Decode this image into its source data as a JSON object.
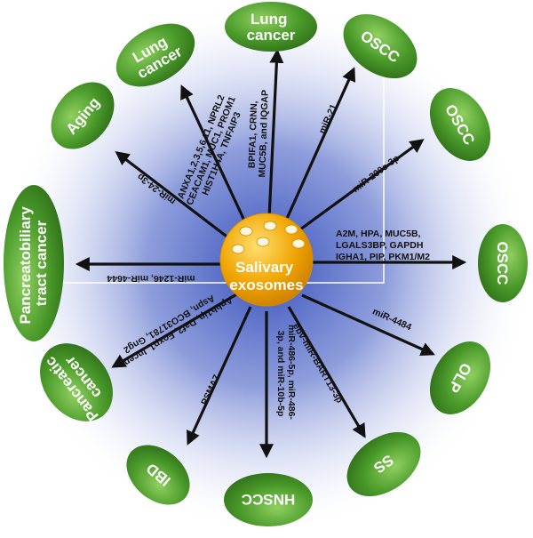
{
  "center": {
    "label_lines": [
      "Salivary",
      "exosomes"
    ]
  },
  "nodes": [
    {
      "id": "lung1",
      "lines": [
        "Lung",
        "cancer"
      ]
    },
    {
      "id": "oscc1",
      "lines": [
        "OSCC"
      ]
    },
    {
      "id": "oscc2",
      "lines": [
        "OSCC"
      ]
    },
    {
      "id": "oscc3",
      "lines": [
        "OSCC"
      ]
    },
    {
      "id": "olp",
      "lines": [
        "OLP"
      ]
    },
    {
      "id": "ss",
      "lines": [
        "SS"
      ]
    },
    {
      "id": "hnscc",
      "lines": [
        "HNSCC"
      ]
    },
    {
      "id": "ibd",
      "lines": [
        "IBD"
      ]
    },
    {
      "id": "pancreatic",
      "lines": [
        "Pancreatic",
        "cancer"
      ]
    },
    {
      "id": "pancreatobiliary",
      "lines": [
        "Pancreatobiliary",
        "tract cancer"
      ]
    },
    {
      "id": "aging",
      "lines": [
        "Aging"
      ]
    },
    {
      "id": "lung2",
      "lines": [
        "Lung",
        "cancer"
      ]
    }
  ],
  "edges": [
    {
      "target": "lung1",
      "lines": [
        "BPIFA1, CRNN,",
        "MUC5B, and IQGAP"
      ]
    },
    {
      "target": "oscc1",
      "lines": [
        "miR-21"
      ]
    },
    {
      "target": "oscc2",
      "lines": [
        "miR-200c-3p"
      ]
    },
    {
      "target": "oscc3",
      "lines": [
        "A2M, HPA, MUC5B,",
        "LGALS3BP, GAPDH",
        "IGHA1, PIP, PKM1/M2"
      ]
    },
    {
      "target": "olp",
      "lines": [
        "miR-4484"
      ]
    },
    {
      "target": "ss",
      "lines": [
        "ebv-miR-BART13-3p"
      ]
    },
    {
      "target": "hnscc",
      "lines": [
        "miR-486-5p, miR-486-",
        "3p, and miR-10b-5p"
      ]
    },
    {
      "target": "ibd",
      "lines": [
        "PSMA7"
      ]
    },
    {
      "target": "pancreatic",
      "lines": [
        "Apbb1ip, Daf2, Foxp1, Incenp",
        "Aspn, BCO31781, Gng2"
      ]
    },
    {
      "target": "pancreatobiliary",
      "lines": [
        "miR-1246, miR-4644"
      ]
    },
    {
      "target": "aging",
      "lines": [
        "miR-24-3p"
      ]
    },
    {
      "target": "lung2",
      "lines": [
        "ANXA1,2,3,5,6,11, NPRL2",
        "CEACAM1, MUC1, PROM1",
        "HIST1H4A, TNFAIP3"
      ]
    }
  ],
  "colors": {
    "node_fill": "#4a9a2a",
    "node_fill_dark": "#2c6a18",
    "node_fill_light": "#8fd060",
    "center_fill": "#f0a400",
    "center_light": "#ffe070",
    "background_glow": "#2b46b8",
    "arrow": "#111111"
  }
}
